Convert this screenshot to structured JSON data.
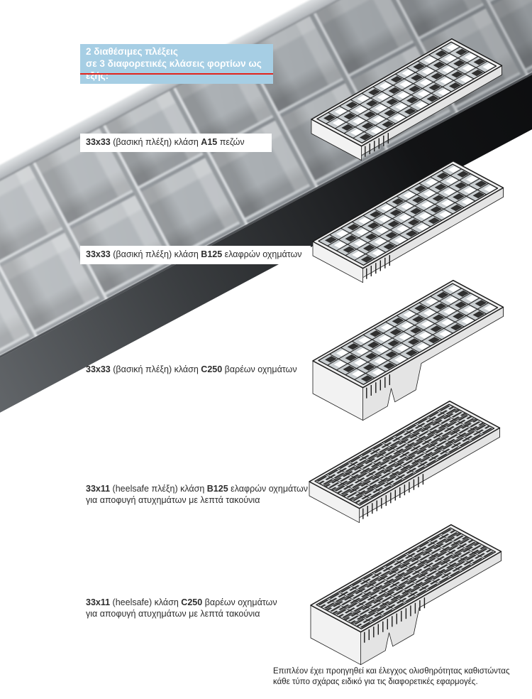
{
  "header": {
    "line1": "2 διαθέσιμες πλέξεις",
    "line2": "σε 3 διαφορετικές κλάσεις φορτίων ως εξής:",
    "bg_color": "#a6cee4",
    "rule_color": "#e2241d"
  },
  "products": [
    {
      "code": "33x33",
      "desc_pre": " (βασική πλέξη) κλάση ",
      "class_code": "A15",
      "desc_post": " πεζών",
      "line2": "",
      "mesh": "33x33",
      "deep_notch": false
    },
    {
      "code": "33x33",
      "desc_pre": " (βασική πλέξη) κλάση ",
      "class_code": "B125",
      "desc_post": " ελαφρών οχημάτων",
      "line2": "",
      "mesh": "33x33",
      "deep_notch": false
    },
    {
      "code": "33x33",
      "desc_pre": " (βασική πλέξη) κλάση ",
      "class_code": "C250",
      "desc_post": " βαρέων οχημάτων",
      "line2": "",
      "mesh": "33x33",
      "deep_notch": true
    },
    {
      "code": "33x11",
      "desc_pre": " (heelsafe πλέξη) κλάση ",
      "class_code": "B125",
      "desc_post": " ελαφρών οχημάτων",
      "line2": "για αποφυγή ατυχημάτων με λεπτά τακούνια",
      "mesh": "33x11",
      "deep_notch": false
    },
    {
      "code": "33x11",
      "desc_pre": " (heelsafe) κλάση ",
      "class_code": "C250",
      "desc_post": " βαρέων οχημάτων",
      "line2": "για αποφυγή ατυχημάτων με λεπτά τακούνια",
      "mesh": "33x11",
      "deep_notch": true
    }
  ],
  "footer": {
    "line1": "Επιπλέον έχει προηγηθεί και έλεγχος ολισθηρότητας καθιστώντας",
    "line2": "κάθε τύπο σχάρας ειδικό για τις διαφορετικές εφαρμογές."
  }
}
